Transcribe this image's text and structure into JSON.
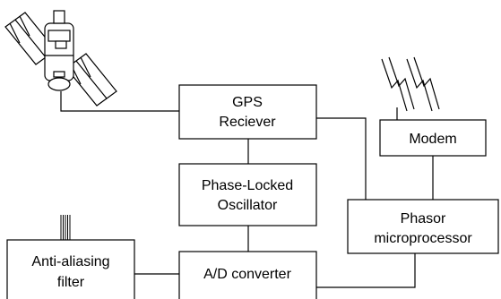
{
  "blocks": {
    "gps_receiver": {
      "line1": "GPS",
      "line2": "Reciever"
    },
    "phase_locked_oscillator": {
      "line1": "Phase-Locked",
      "line2": "Oscillator"
    },
    "modem": {
      "label": "Modem"
    },
    "phasor_microprocessor": {
      "line1": "Phasor",
      "line2": "microprocessor"
    },
    "anti_aliasing_filter": {
      "line1": "Anti-aliasing",
      "line2": "filter"
    },
    "ad_converter": {
      "label": "A/D converter"
    }
  },
  "icons": {
    "satellite": "satellite-icon",
    "radio_waves": "radio-waves-icon",
    "input_signals": "input-signal-lines-icon"
  }
}
